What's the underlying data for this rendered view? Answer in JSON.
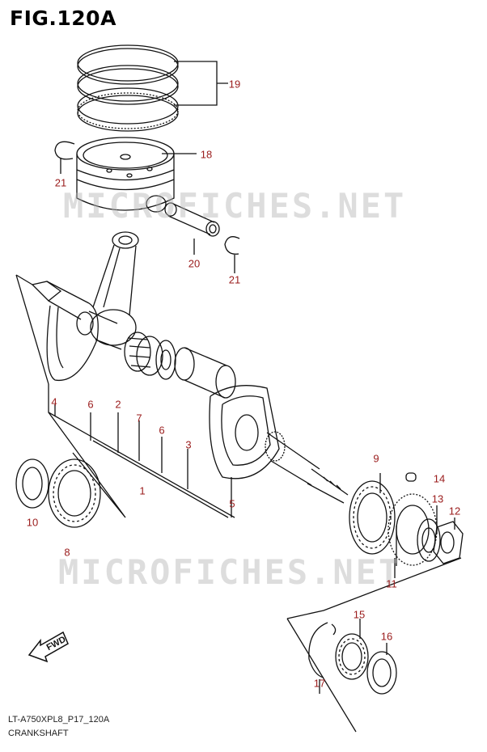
{
  "figure": {
    "title": "FIG.120A",
    "code": "LT-A750XPL8_P17_120A",
    "name": "CRANKSHAFT"
  },
  "watermark": "MICROFICHES.NET",
  "fwd_arrow": {
    "label": "FWD"
  },
  "colors": {
    "callout": "#9a1b1b",
    "line": "#111111",
    "watermark": "#bbbbbb"
  },
  "callouts": [
    "19",
    "18",
    "21",
    "20",
    "21",
    "4",
    "6",
    "2",
    "7",
    "6",
    "3",
    "1",
    "5",
    "10",
    "8",
    "9",
    "14",
    "13",
    "12",
    "11",
    "15",
    "16",
    "17"
  ]
}
